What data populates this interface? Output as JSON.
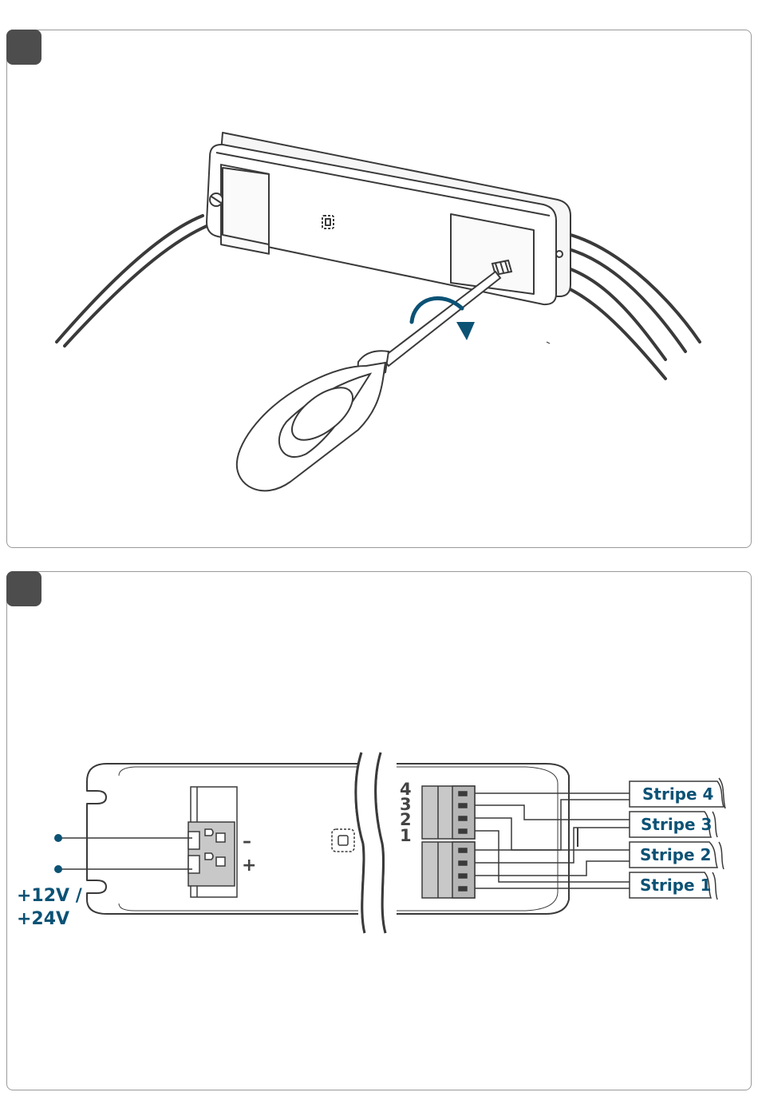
{
  "colors": {
    "accent": "#0b5275",
    "line": "#3a3a3a",
    "terminal": "#c8c8c8"
  },
  "steps": [
    {
      "badge": ""
    },
    {
      "badge": ""
    }
  ],
  "wiring": {
    "supply_label_line1": "+12V /",
    "supply_label_line2": "+24V",
    "minus_sign": "–",
    "plus_sign": "+",
    "channel_numbers": [
      "4",
      "3",
      "2",
      "1"
    ],
    "stripes": [
      "Stripe 4",
      "Stripe 3",
      "Stripe 2",
      "Stripe 1"
    ]
  }
}
